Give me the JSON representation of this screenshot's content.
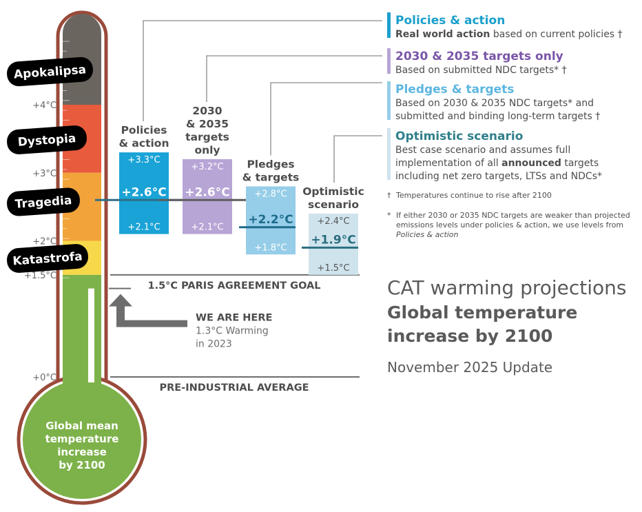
{
  "chart_data": {
    "type": "bar",
    "title_line1": "CAT warming projections",
    "title_line2": "Global temperature",
    "title_line3": "increase by 2100",
    "update": "November 2025 Update",
    "thermometer_label": [
      "Global mean",
      "temperature",
      "increase",
      "by 2100"
    ],
    "axis_ticks": [
      "+0°C",
      "+1.5°C",
      "+2°C",
      "+3°C",
      "+4°C"
    ],
    "zones": [
      "Apokalipsa",
      "Dystopia",
      "Tragedia",
      "Katastrofa"
    ],
    "paris_goal": "1.5°C PARIS AGREEMENT GOAL",
    "preindustrial": "PRE-INDUSTRIAL AVERAGE",
    "we_are_here": {
      "title": "WE ARE HERE",
      "line1": "1.3°C Warming",
      "line2": "in 2023",
      "value": 1.3
    },
    "scenarios": [
      {
        "name_lines": [
          "Policies",
          "& action"
        ],
        "low": 2.1,
        "mid": 2.6,
        "high": 3.3,
        "low_label": "+2.1°C",
        "mid_label": "+2.6°C",
        "high_label": "+3.3°C",
        "color": "#1aa3d6"
      },
      {
        "name_lines": [
          "2030",
          "& 2035",
          "targets",
          "only"
        ],
        "low": 2.1,
        "mid": 2.6,
        "high": 3.2,
        "low_label": "+2.1°C",
        "mid_label": "+2.6°C",
        "high_label": "+3.2°C",
        "color": "#b7a5d6"
      },
      {
        "name_lines": [
          "Pledges",
          "& targets"
        ],
        "low": 1.8,
        "mid": 2.2,
        "high": 2.8,
        "low_label": "+1.8°C",
        "mid_label": "+2.2°C",
        "high_label": "+2.8°C",
        "color": "#96cde8"
      },
      {
        "name_lines": [
          "Optimistic",
          "scenario"
        ],
        "low": 1.5,
        "mid": 1.9,
        "high": 2.4,
        "low_label": "+1.5°C",
        "mid_label": "+1.9°C",
        "high_label": "+2.4°C",
        "color": "#cfe3ed"
      }
    ],
    "legend": [
      {
        "title": "Policies & action",
        "color": "#1a9fcc",
        "bar": "#1a9fcc",
        "lines": [
          [
            {
              "t": "Real world action",
              "b": true
            },
            {
              "t": " based on current policies †",
              "b": false
            }
          ]
        ]
      },
      {
        "title": "2030 & 2035 targets only",
        "color": "#7a56a8",
        "bar": "#b7a5d6",
        "lines": [
          [
            {
              "t": "Based on submitted NDC targets* †",
              "b": false
            }
          ]
        ]
      },
      {
        "title": "Pledges & targets",
        "color": "#5db6e0",
        "bar": "#96cde8",
        "lines": [
          [
            {
              "t": "Based on 2030 & 2035 NDC targets* and",
              "b": false
            }
          ],
          [
            {
              "t": "submitted and binding long-term targets †",
              "b": false
            }
          ]
        ]
      },
      {
        "title": "Optimistic scenario",
        "color": "#2f7f8a",
        "bar": "#cfe3ed",
        "lines": [
          [
            {
              "t": "Best case scenario and assumes full",
              "b": false
            }
          ],
          [
            {
              "t": "implementation of all ",
              "b": false
            },
            {
              "t": "announced",
              "b": true
            },
            {
              "t": " targets",
              "b": false
            }
          ],
          [
            {
              "t": "including net zero targets, LTSs and NDCs*",
              "b": false
            }
          ]
        ]
      }
    ],
    "notes": [
      {
        "mark": "†",
        "lines": [
          "Temperatures continue to rise after 2100"
        ]
      },
      {
        "mark": "*",
        "lines": [
          "If either 2030 or 2035 NDC targets are weaker than projected",
          "emissions levels under policies & action, we use levels from",
          "Policies & action"
        ]
      }
    ],
    "colors": {
      "apokalipsa": "#6b6560",
      "dystopia": "#e85b3c",
      "tragedia": "#f2a33a",
      "katastrofa": "#f7d84a",
      "safe": "#7db24a",
      "outline": "#9a4a3a"
    }
  }
}
